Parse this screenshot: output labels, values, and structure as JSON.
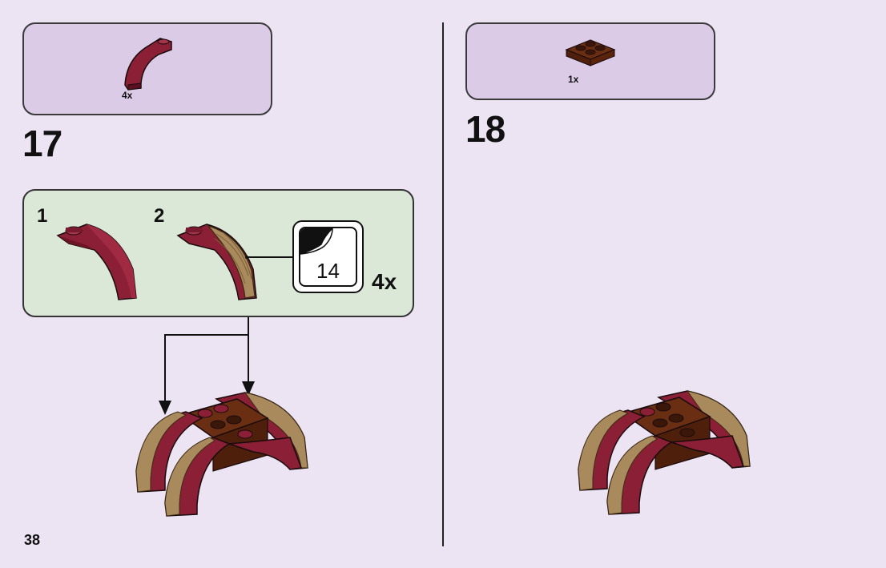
{
  "page": {
    "number": "38"
  },
  "steps": [
    {
      "number": "17",
      "parts": [
        {
          "qty": "4x",
          "part": "dark-red-curved-slope-brick"
        }
      ],
      "sub_assembly": {
        "substeps": [
          "1",
          "2"
        ],
        "sticker_number": "14",
        "multiplier": "4x"
      }
    },
    {
      "number": "18",
      "parts": [
        {
          "qty": "1x",
          "part": "reddish-brown-2x2-plate"
        }
      ]
    }
  ],
  "colors": {
    "background": "#ece3f3",
    "parts_box": "#dccbe6",
    "sub_box": "#dbe8d7",
    "brick_dark_red": "#8a1f35",
    "brick_reddish_brown": "#6a2f12",
    "wood_sticker": "#a98a5c"
  }
}
